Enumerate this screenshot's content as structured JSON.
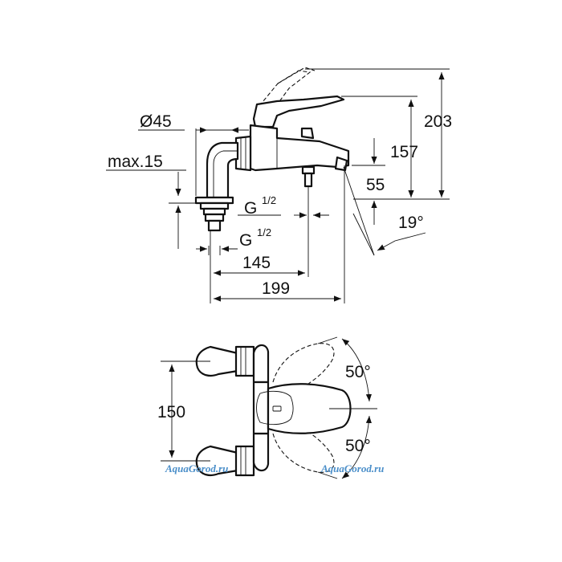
{
  "side_view": {
    "dim_diameter": "Ø45",
    "dim_max": "max.15",
    "dim_thread_upper_base": "G",
    "dim_thread_upper_frac": "1/2",
    "dim_thread_lower_base": "G",
    "dim_thread_lower_frac": "1/2",
    "dim_height_total": "203",
    "dim_height_spout": "157",
    "dim_height_outlet": "55",
    "dim_angle_outlet": "19°",
    "dim_length_145": "145",
    "dim_length_199": "199"
  },
  "top_view": {
    "dim_spacing": "150",
    "dim_angle_upper": "50°",
    "dim_angle_lower": "50°"
  },
  "watermarks": [
    "AquaGorod.ru",
    "AquaGorod.ru"
  ]
}
